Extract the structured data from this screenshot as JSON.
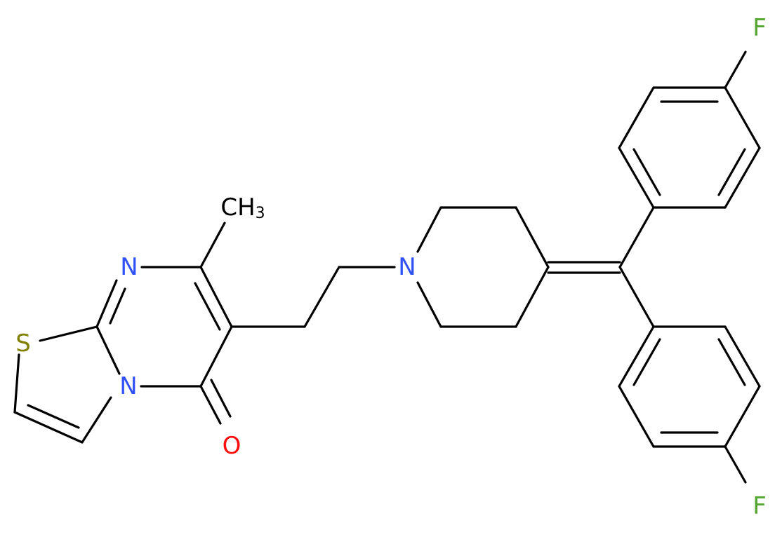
{
  "molecule": {
    "atoms": {
      "S": {
        "text": "S",
        "color": "#808000"
      },
      "N_pyrimidine": {
        "text": "N",
        "color": "#3050F8"
      },
      "N_bridge": {
        "text": "N",
        "color": "#3050F8"
      },
      "N_piperidine": {
        "text": "N",
        "color": "#3050F8"
      },
      "O": {
        "text": "O",
        "color": "#FF0D0D"
      },
      "F_top": {
        "text": "F",
        "color": "#55A630"
      },
      "F_bottom": {
        "text": "F",
        "color": "#55A630"
      },
      "methyl": {
        "text": "CH",
        "subscript": "3",
        "color": "#000000"
      }
    },
    "bond_color": "#000000"
  }
}
